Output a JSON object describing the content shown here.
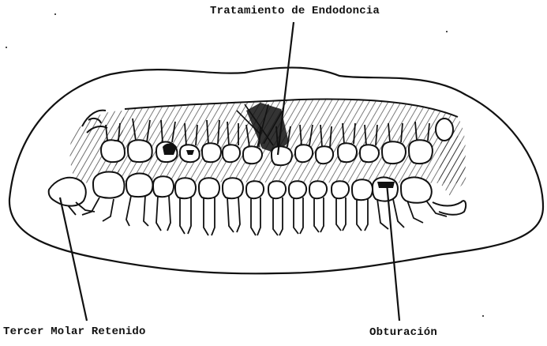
{
  "annotations": {
    "endodoncia": "Tratamiento de Endodoncia",
    "tercer_molar": "Tercer Molar Retenido",
    "obturacion": "Obturación"
  },
  "colors": {
    "ink": "#111111",
    "paper": "#ffffff"
  }
}
